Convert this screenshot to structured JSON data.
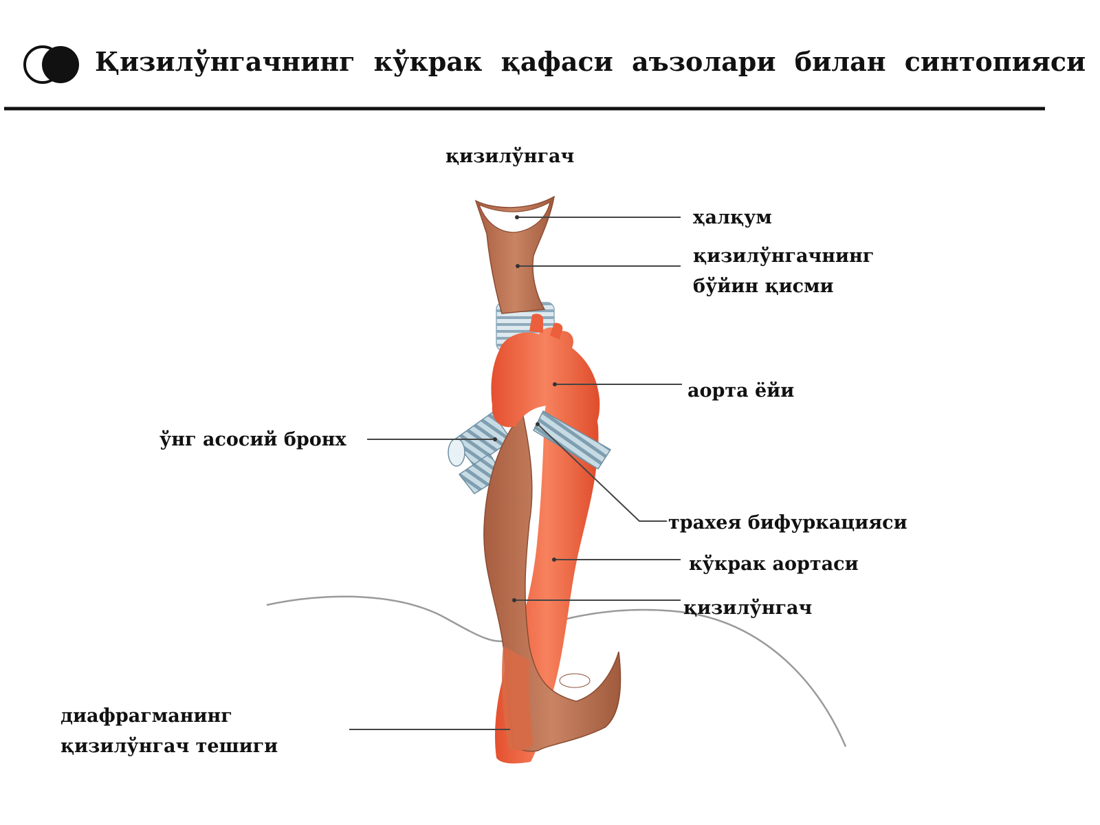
{
  "title": "Қизилўнгачнинг кўкрак қафаси аъзолари билан синтопияси",
  "diagram": {
    "top_label": "қизилўнгач",
    "labels": {
      "pharynx": "ҳалқум",
      "cervical_line1": "қизилўнгачнинг",
      "cervical_line2": "бўйин қисми",
      "aortic_arch": "аорта ёйи",
      "right_bronchus": "ўнг асосий бронх",
      "tracheal_bifurcation": "трахея бифуркацияси",
      "thoracic_aorta": "кўкрак аортаси",
      "esophagus": "қизилўнгач",
      "hiatus_line1": "диафрагманинг",
      "hiatus_line2": "қизилўнгач тешиги"
    },
    "colors": {
      "esophagus": "#b86f50",
      "aorta": "#ec5f3c",
      "trachea": "#a9c4d2",
      "title_rule": "#111111"
    }
  }
}
